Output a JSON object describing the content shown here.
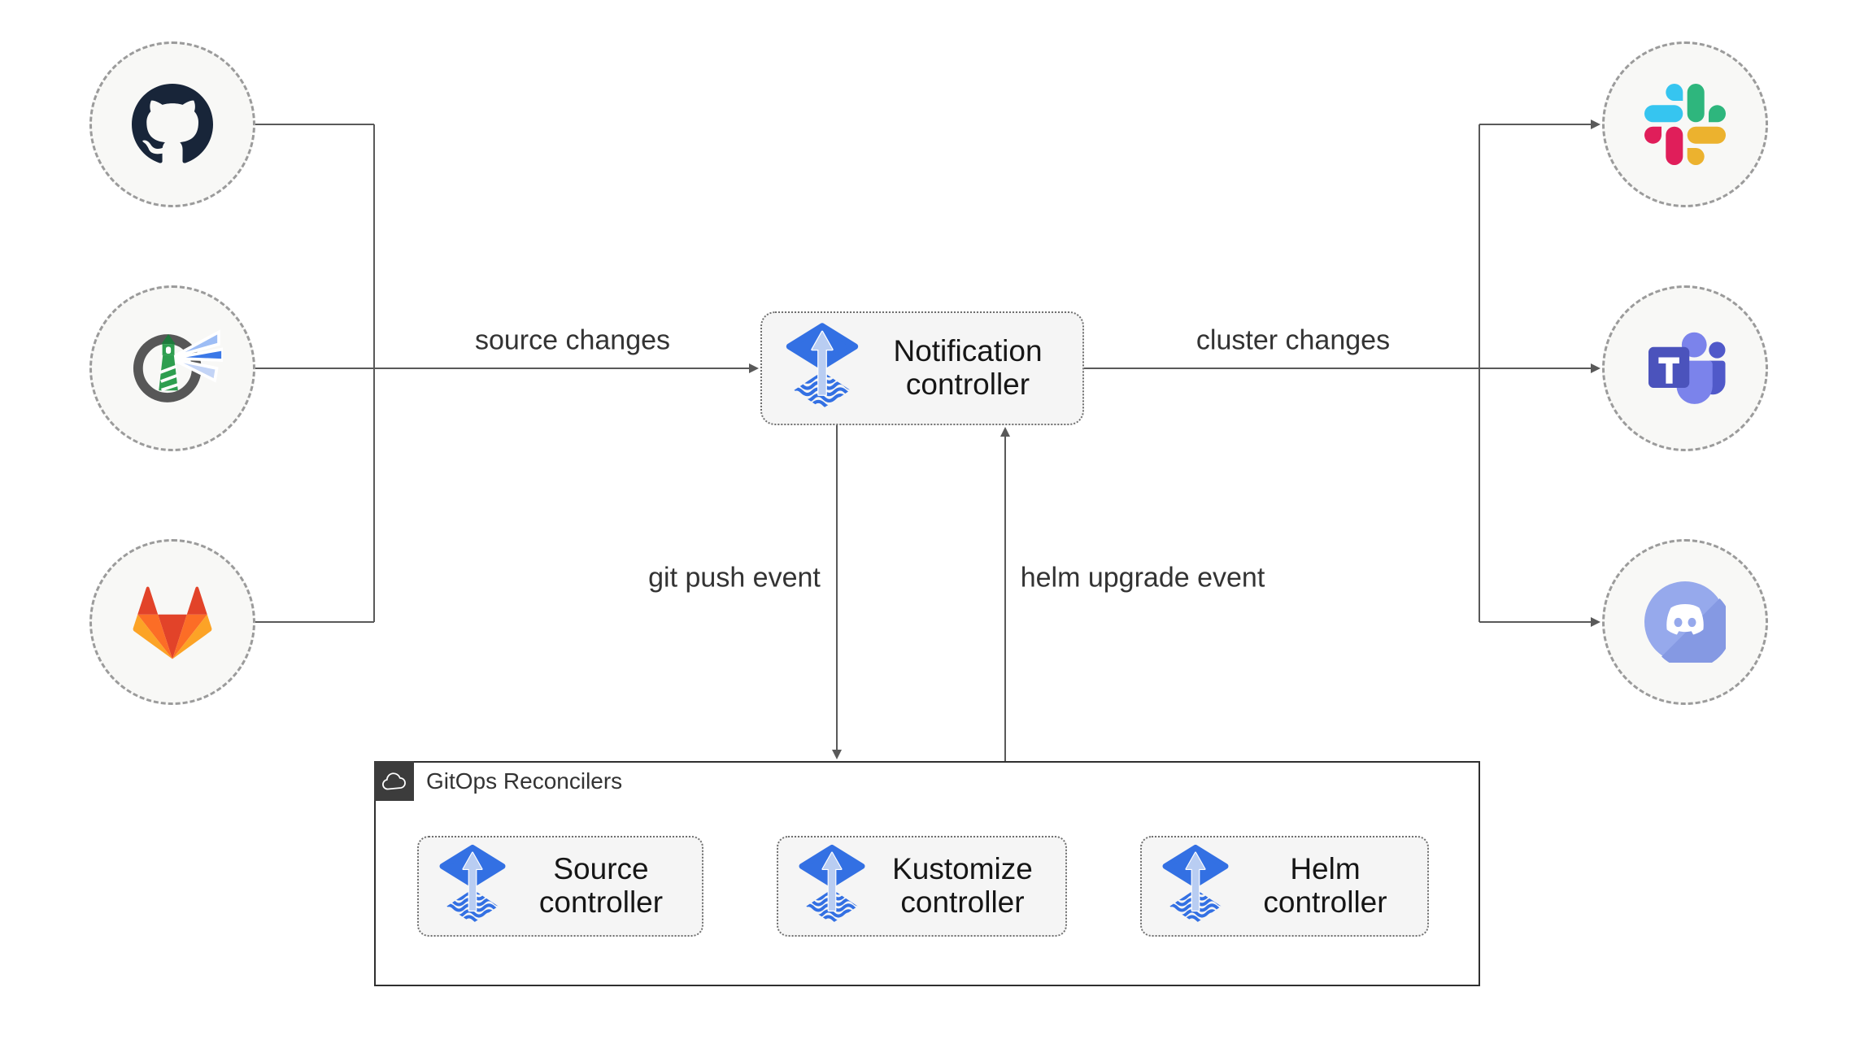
{
  "diagram_type": "flux-notification-event-flow",
  "colors": {
    "connector": "#595959",
    "node_fill": "#f5f5f5",
    "node_border": "#6f6f6f",
    "circle_fill": "#f8f8f6",
    "circle_border": "#9b9b9b",
    "container_border": "#2f2f2f",
    "badge_fill": "#3c3c3c",
    "text": "#161616",
    "flux_blue": "#3370e3",
    "flux_light_blue": "#b9cdf2",
    "github_dark": "#182539",
    "harbor_green": "#2e9e4f",
    "gitlab_red": "#e24329",
    "gitlab_orange": "#fc6d26",
    "gitlab_yellow": "#fca326",
    "slack_blue": "#36c5f0",
    "slack_green": "#2eb67d",
    "slack_yellow": "#ecb22e",
    "slack_pink": "#e01e5a",
    "teams_purple": "#4b53bc",
    "teams_light_purple": "#7b83eb",
    "discord_blurple": "#8ba2e8"
  },
  "sources": [
    {
      "icon": "github-icon"
    },
    {
      "icon": "harbor-icon"
    },
    {
      "icon": "gitlab-icon"
    }
  ],
  "targets": [
    {
      "icon": "slack-icon"
    },
    {
      "icon": "microsoft-teams-icon"
    },
    {
      "icon": "discord-icon"
    }
  ],
  "notification_controller": {
    "label": "Notification controller",
    "icon": "flux-icon"
  },
  "reconcilers": {
    "label": "GitOps Reconcilers",
    "icon": "cloud-icon",
    "controllers": [
      {
        "label": "Source controller",
        "icon": "flux-icon"
      },
      {
        "label": "Kustomize controller",
        "icon": "flux-icon"
      },
      {
        "label": "Helm controller",
        "icon": "flux-icon"
      }
    ]
  },
  "edges": {
    "source_changes": {
      "label": "source changes"
    },
    "cluster_changes": {
      "label": "cluster changes"
    },
    "git_push_event": {
      "label": "git push event"
    },
    "helm_upgrade_event": {
      "label": "helm upgrade event"
    }
  }
}
